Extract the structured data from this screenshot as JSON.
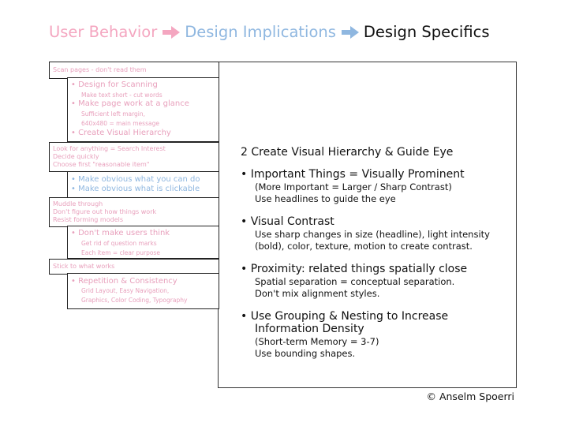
{
  "title": {
    "part1": "User Behavior",
    "part2": "Design Implications",
    "part3": "Design Specifics",
    "arrow_icon": "right-arrow-icon",
    "colors": {
      "part1": "#f4a6c0",
      "part2": "#8fb7e0",
      "part3": "#111111"
    }
  },
  "left": {
    "scan": {
      "header": "Scan pages - don't read them",
      "b1": "• Design for Scanning",
      "b1_sub": "Make text short - cut words",
      "b2": "• Make page work at a glance",
      "b2_sub1": "Sufficient left margin,",
      "b2_sub2": "640x480 = main message",
      "b3": "• Create Visual Hierarchy"
    },
    "look": {
      "l1": "Look for anything = Search Interest",
      "l2": "Decide quickly",
      "l3": "Choose first \"reasonable item\"",
      "b1": "• Make obvious what you can do",
      "b2": "• Make obvious what is clickable"
    },
    "muddle": {
      "l1": "Muddle through",
      "l2": "Don't figure out how things work",
      "l3": "Resist forming models",
      "b1": "• Don't make users think",
      "s1": "Get rid of question marks",
      "s2": "Each item = clear purpose"
    },
    "stick": {
      "l1": "Stick to what works",
      "b1": "• Repetition & Consistency",
      "s1": "Grid Layout, Easy Navigation,",
      "s2": "Graphics, Color Coding, Typography"
    }
  },
  "right": {
    "heading": "2 Create Visual Hierarchy & Guide Eye",
    "items": [
      {
        "title": "• Important Things = Visually Prominent",
        "lines": [
          "(More Important = Larger / Sharp Contrast)",
          "Use headlines to guide the eye"
        ]
      },
      {
        "title": "• Visual Contrast",
        "lines": [
          "Use sharp changes in size (headline), light intensity",
          "(bold), color, texture, motion to create contrast."
        ]
      },
      {
        "title": "• Proximity: related things spatially close",
        "lines": [
          "Spatial separation = conceptual separation.",
          "Don't mix alignment styles."
        ]
      },
      {
        "title_l1": "• Use Grouping & Nesting to Increase",
        "title_l2": "Information Density",
        "lines": [
          "(Short-term Memory = 3-7)",
          "Use bounding shapes."
        ]
      }
    ]
  },
  "credit": "© Anselm Spoerri"
}
